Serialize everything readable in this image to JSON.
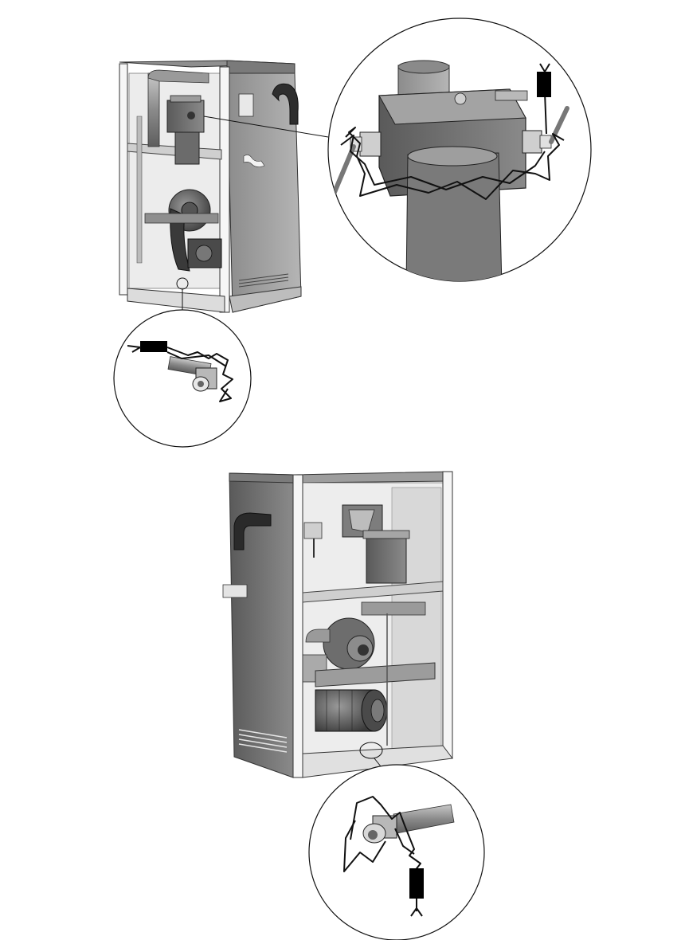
{
  "document": {
    "type": "technical-illustration",
    "figures": [
      {
        "id": "figure-top",
        "subject": "cabinet-front-open-view",
        "callouts": [
          "valve-block-detail",
          "drain-valve-detail"
        ]
      },
      {
        "id": "figure-bottom",
        "subject": "cabinet-rear-open-view",
        "callouts": [
          "drain-valve-detail"
        ]
      }
    ]
  },
  "style": {
    "line_color": "#1a1a1a",
    "panel_dark": "#6e6e6e",
    "panel_mid": "#9a9a9a",
    "panel_light": "#c8c8c8",
    "panel_pale": "#e4e4e4",
    "frame_white": "#f4f4f4",
    "wire_color": "#111111"
  }
}
